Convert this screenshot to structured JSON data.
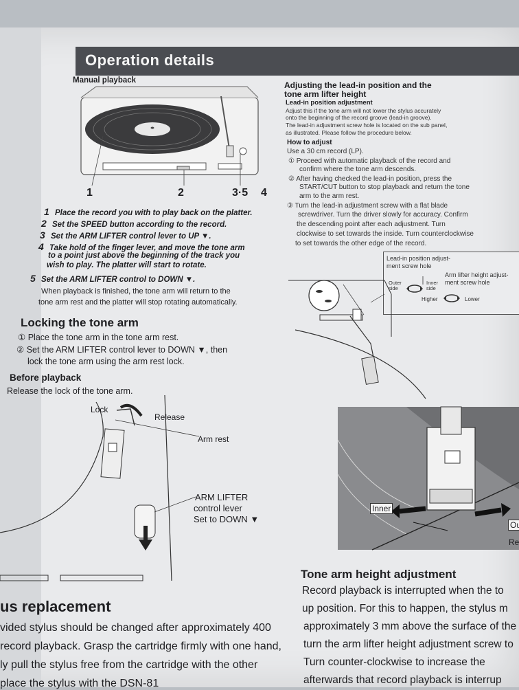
{
  "title": "Operation details",
  "manual": {
    "heading": "Manual playback",
    "callouts": [
      "1",
      "2",
      "3·5",
      "4"
    ],
    "steps": [
      {
        "n": "1",
        "text": "Place the record you with to play back on the platter."
      },
      {
        "n": "2",
        "text": "Set the SPEED button according to the record."
      },
      {
        "n": "3",
        "text": "Set the ARM LIFTER control lever to UP"
      },
      {
        "n": "4",
        "text": "Take hold of the finger lever, and move the tone arm"
      },
      {
        "n": "",
        "text": "to a point just above the beginning of the track you"
      },
      {
        "n": "",
        "text": "wish to play. The platter will start to rotate."
      },
      {
        "n": "5",
        "text": "Set the ARM LIFTER control to DOWN"
      }
    ],
    "after": [
      "When playback is finished, the tone arm will return to the",
      "tone arm rest and the platter will stop rotating automatically."
    ]
  },
  "locking": {
    "heading": "Locking the tone arm",
    "items": [
      {
        "mark": "①",
        "text": "Place the tone arm in the tone arm rest."
      },
      {
        "mark": "②",
        "text": "Set the ARM LIFTER control lever to DOWN"
      },
      {
        "mark": "",
        "text": "lock the tone arm using the arm rest lock."
      }
    ],
    "then": ", then",
    "before_heading": "Before playback",
    "before_text": "Release the lock of the tone arm.",
    "labels": {
      "lock": "Lock",
      "release": "Release",
      "arm_rest": "Arm rest",
      "lifter1": "ARM LIFTER",
      "lifter2": "control lever",
      "lifter3": "Set to DOWN"
    }
  },
  "stylus": {
    "heading": "us replacement",
    "lines": [
      "vided stylus should be changed after approximately 400",
      "record playback. Grasp the cartridge firmly with one hand,",
      "ly pull the stylus free from the cartridge with the other",
      "place the stylus with the DSN-81"
    ]
  },
  "adjust": {
    "heading1": "Adjusting the lead-in position and the",
    "heading2": "tone arm lifter height",
    "sub": "Lead-in position adjustment",
    "intro": [
      "Adjust this if the tone arm will not lower the stylus accurately",
      "onto the beginning of the record groove (lead-in groove).",
      "The lead-in adjustment screw hole is located on the sub panel,",
      "as illustrated. Please follow the procedure below."
    ],
    "how": "How to adjust",
    "use": "Use a 30 cm record (LP).",
    "steps": [
      {
        "mark": "①",
        "text": "Proceed with automatic playback of the record and"
      },
      {
        "mark": "",
        "text": "confirm where the tone arm descends."
      },
      {
        "mark": "②",
        "text": "After having checked the lead-in position, press the"
      },
      {
        "mark": "",
        "text": "START/CUT button to stop playback and return the tone"
      },
      {
        "mark": "",
        "text": "arm to the arm rest."
      },
      {
        "mark": "③",
        "text": "Turn the lead-in adjustment screw with a flat blade"
      },
      {
        "mark": "",
        "text": "screwdriver. Turn the driver slowly for accuracy. Confirm"
      },
      {
        "mark": "",
        "text": "the descending point after each adjustment. Turn"
      },
      {
        "mark": "",
        "text": "clockwise to set towards the inside. Turn counterclockwise"
      },
      {
        "mark": "",
        "text": "to set towards the other edge of the record."
      }
    ],
    "legend": {
      "leadin1": "Lead-in position adjust-",
      "leadin2": "ment screw hole",
      "lift1": "Arm lifter height adjust-",
      "lift2": "ment screw hole",
      "outer1": "Outer",
      "outer2": "side",
      "inner1": "Inner",
      "inner2": "side",
      "higher": "Higher",
      "lower": "Lower"
    },
    "inner_label": "Inner",
    "out_label": "Ou",
    "re_label": "Re"
  },
  "height": {
    "heading": "Tone arm height adjustment",
    "lines": [
      "Record playback is interrupted when the to",
      "up position. For this to happen, the stylus m",
      "approximately 3 mm above the surface of the",
      "turn the arm lifter height adjustment screw to",
      "Turn counter-clockwise to increase the",
      "afterwards that record playback is interrup"
    ]
  }
}
